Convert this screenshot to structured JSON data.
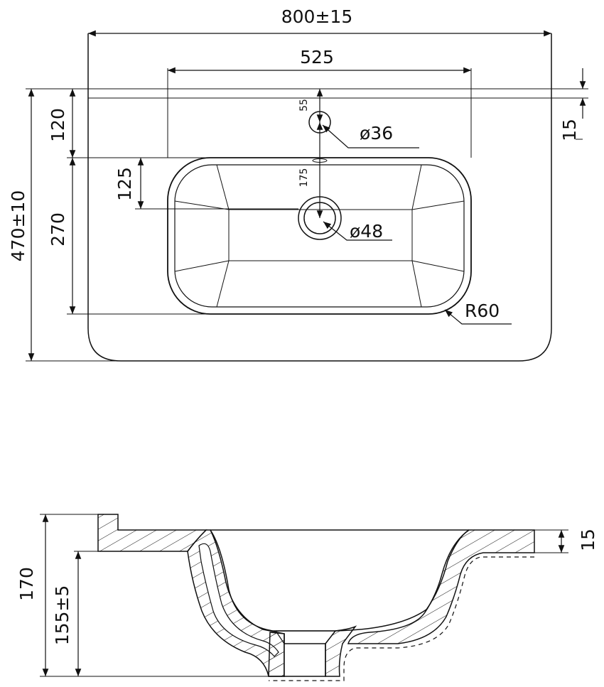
{
  "dimensions": {
    "overall_width": "800±15",
    "bowl_width": "525",
    "overall_depth": "470±10",
    "front_to_bowl": "120",
    "bowl_depth": "270",
    "bowl_to_drain": "125",
    "edge_to_tap": "55",
    "tap_to_drain": "175",
    "tap_hole": "ø36",
    "drain_hole": "ø48",
    "corner_radius": "R60",
    "top_thickness": "15",
    "total_height": "170",
    "mount_height": "155±5",
    "side_thickness": "15"
  },
  "colors": {
    "line": "#111111",
    "background": "#ffffff"
  }
}
